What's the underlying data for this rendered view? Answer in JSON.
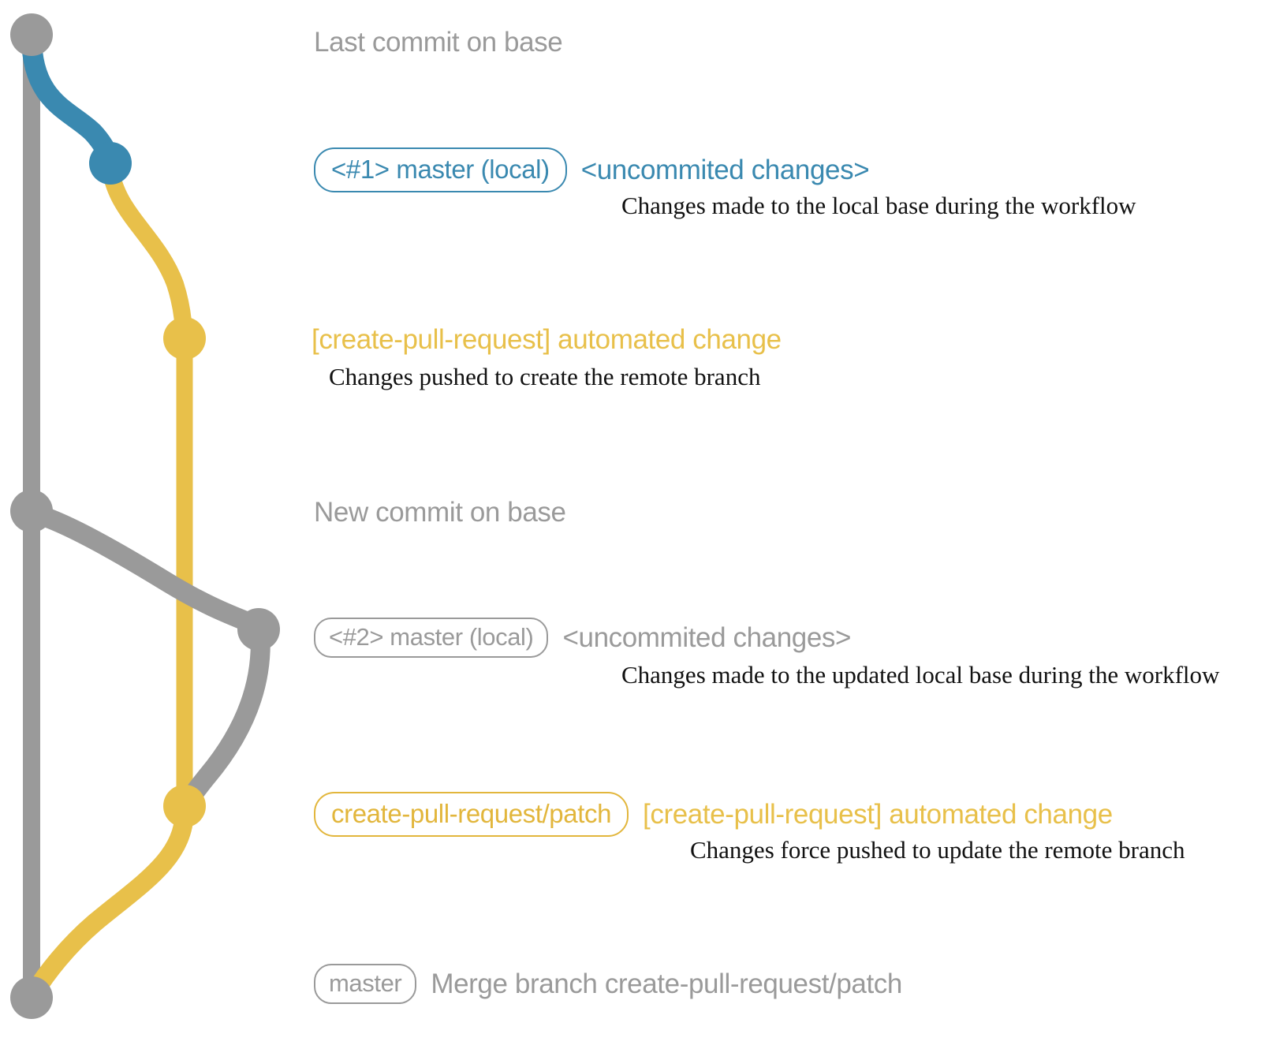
{
  "diagram": {
    "title": "create-pull-request workflow git graph",
    "colors": {
      "base_gray": "#9a9a9a",
      "local_blue": "#3a89b0",
      "patch_yellow": "#e8c04a",
      "badge_yellow": "#e2b63c",
      "description_text": "#111111",
      "background": "#ffffff"
    }
  },
  "rows": [
    {
      "id": "last-commit-on-base",
      "node_color": "#9a9a9a",
      "badge": null,
      "message": "Last commit on base",
      "message_color": "gray",
      "description": null
    },
    {
      "id": "master-local-1",
      "node_color": "#3a89b0",
      "badge": "<#1> master (local)",
      "badge_color": "blue",
      "message": "<uncommited changes>",
      "message_color": "blue",
      "description": "Changes made to the local base during the workflow"
    },
    {
      "id": "automated-change-1",
      "node_color": "#e8c04a",
      "badge": null,
      "message": "[create-pull-request] automated change",
      "message_color": "yellow",
      "description": "Changes pushed to create the remote branch"
    },
    {
      "id": "new-commit-on-base",
      "node_color": "#9a9a9a",
      "badge": null,
      "message": "New commit on base",
      "message_color": "gray",
      "description": null
    },
    {
      "id": "master-local-2",
      "node_color": "#9a9a9a",
      "badge": "<#2> master (local)",
      "badge_color": "gray",
      "message": "<uncommited changes>",
      "message_color": "gray",
      "description": "Changes made to the updated local base during the workflow"
    },
    {
      "id": "create-pull-request-patch",
      "node_color": "#e8c04a",
      "badge": "create-pull-request/patch",
      "badge_color": "yellow",
      "message": "[create-pull-request] automated change",
      "message_color": "yellow",
      "description": "Changes force pushed to update the remote branch"
    },
    {
      "id": "master-merge",
      "node_color": "#9a9a9a",
      "badge": "master",
      "badge_color": "gray",
      "message": "Merge branch create-pull-request/patch",
      "message_color": "gray",
      "description": null
    }
  ]
}
